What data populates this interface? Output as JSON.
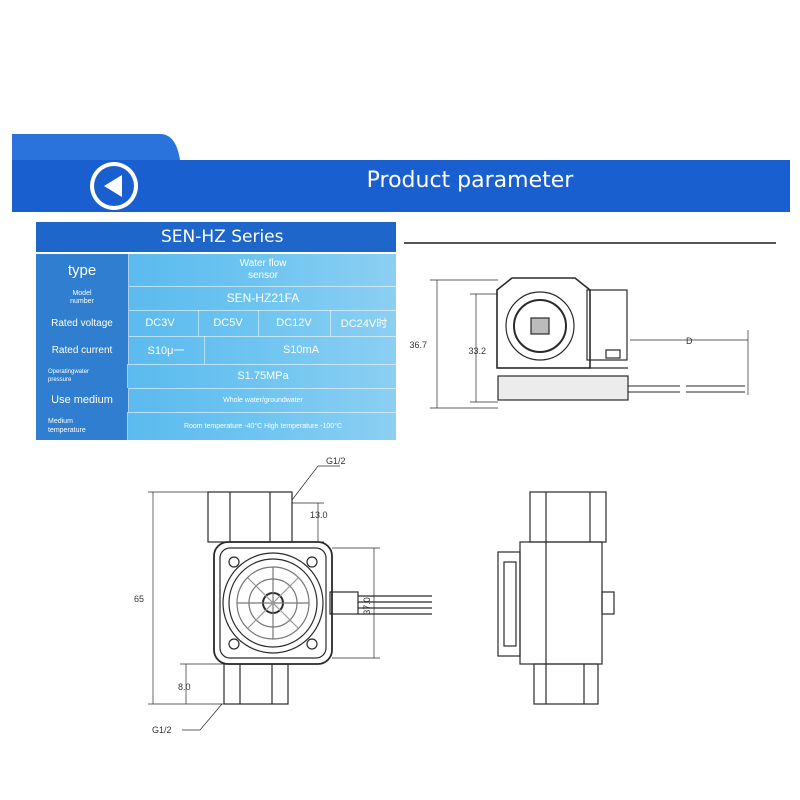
{
  "header": {
    "title": "Product parameter",
    "back_icon": "back-arrow-icon"
  },
  "series_title": "SEN-HZ Series",
  "params": {
    "type_label": "type",
    "type_value_line1": "Water flow",
    "type_value_line2": "sensor",
    "model_label_line1": "Model",
    "model_label_line2": "number",
    "model_value": "SEN-HZ21FA",
    "voltage_label": "Rated voltage",
    "voltage_values": [
      "DC3V",
      "DC5V",
      "DC12V",
      "DC24V时"
    ],
    "current_label": "Rated current",
    "current_values": [
      "S10μ一",
      "S10mA"
    ],
    "pressure_label_line1": "Operatingwater",
    "pressure_label_line2": "pressure",
    "pressure_value": "S1.75MPa",
    "medium_label": "Use medium",
    "medium_value": "Whole water/groundwater",
    "temp_label_line1": "Medium",
    "temp_label_line2": "temperature",
    "temp_value": "Room temperature -40°C High temperature -100°C"
  },
  "dimensions": {
    "top_view": {
      "total_height": "36.7",
      "body_height": "33.2",
      "cable_label": "D"
    },
    "front_view": {
      "thread_top": "G1/2",
      "thread_bottom": "G1/2",
      "top_thread_length": "13.0",
      "bottom_thread_length": "8.0",
      "total_length": "65",
      "body_width": "37.0"
    }
  },
  "colors": {
    "banner": "#1a5fd0",
    "banner_light": "#3b86e3",
    "table_label": "#2f7ed0",
    "table_value": "#6dc4f0"
  }
}
